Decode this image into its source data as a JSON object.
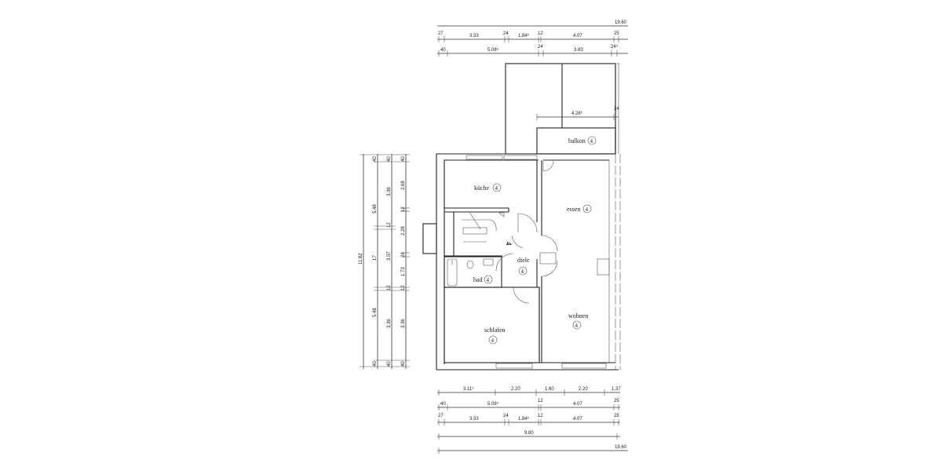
{
  "drawing": {
    "type": "floor-plan",
    "rooms": [
      {
        "name": "küche",
        "number": "4"
      },
      {
        "name": "essen",
        "number": "4"
      },
      {
        "name": "balkon",
        "number": "4"
      },
      {
        "name": "diele",
        "number": "4"
      },
      {
        "name": "bad",
        "number": "4"
      },
      {
        "name": "schlafen",
        "number": "4"
      },
      {
        "name": "wohnen",
        "number": "4"
      }
    ],
    "stair_label": "4",
    "top_dims": {
      "overall": "19.60",
      "row1": [
        "27",
        "3.33",
        "24",
        "1.84⁵",
        "12",
        "4.07",
        "25"
      ],
      "row2": [
        "40",
        "5.08⁵",
        "24",
        "3.83",
        "24⁵"
      ]
    },
    "balcony_dims": {
      "width": "4.28⁵",
      "side": "24"
    },
    "left_dims": {
      "overall": "11.82",
      "col1": [
        "40",
        "5.48",
        "17",
        "5.48",
        "40"
      ],
      "col2": [
        "40",
        "3.36",
        "12",
        "3.57",
        "12",
        "3.36",
        "40"
      ],
      "col3": [
        "40",
        "2.68",
        "12",
        "2.28",
        "24",
        "1.73",
        "12",
        "3.36",
        "40"
      ]
    },
    "bottom_dims": {
      "row1": [
        "3.11⁵",
        "2.20",
        "1.60",
        "2.20",
        "1.37"
      ],
      "row2": [
        "40",
        "5.08⁵",
        "12",
        "4.07",
        "25"
      ],
      "row3": [
        "27",
        "3.33",
        "24",
        "1.84⁵",
        "12",
        "4.07",
        "25"
      ],
      "row4": "9.80",
      "overall": "19.60"
    }
  }
}
